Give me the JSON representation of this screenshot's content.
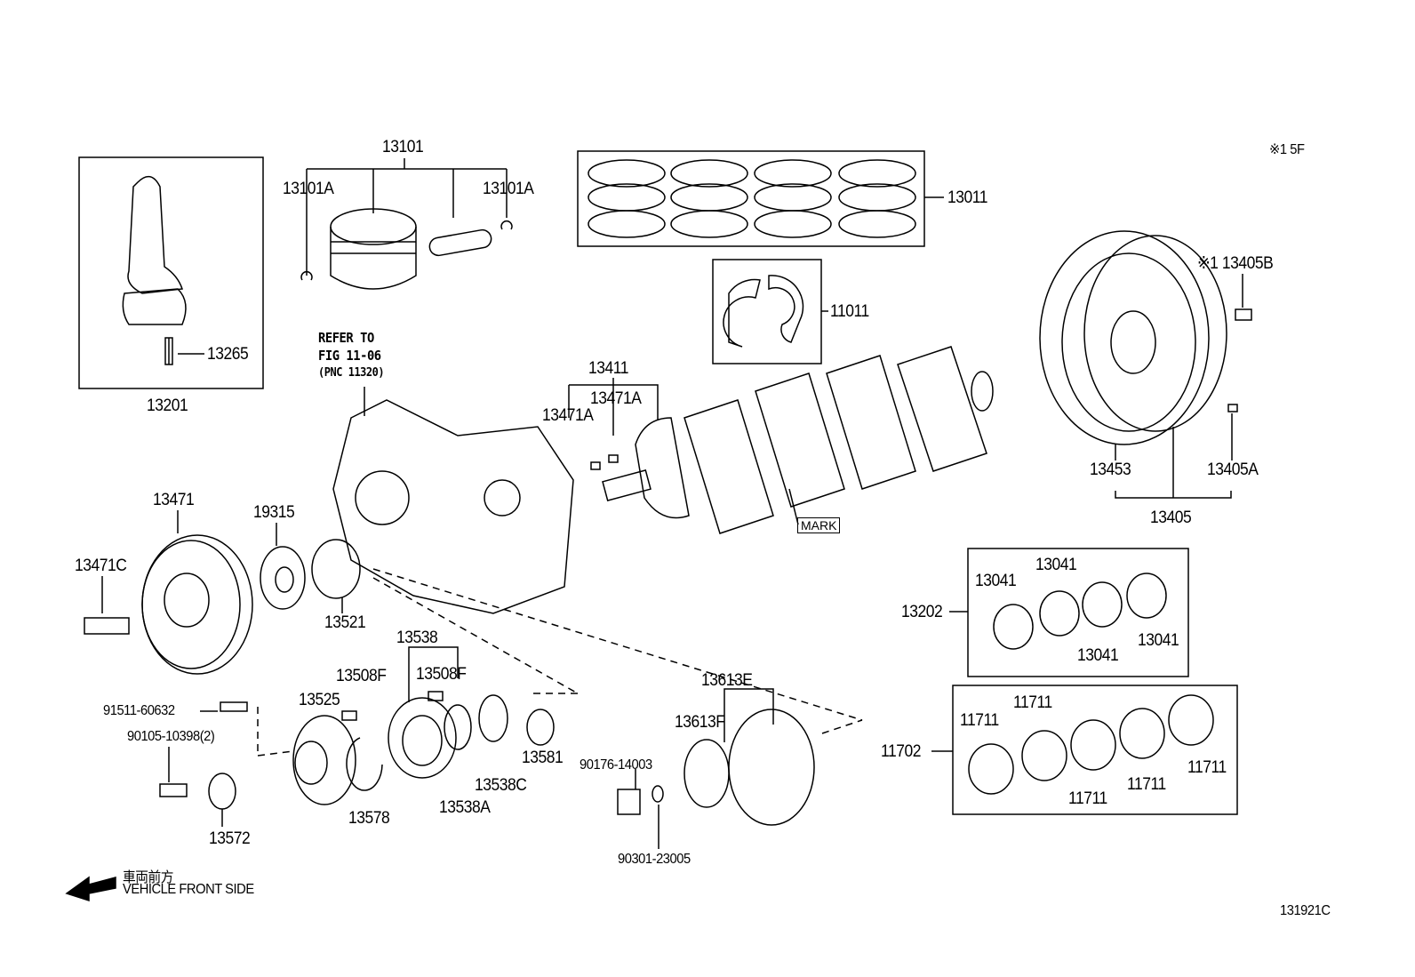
{
  "diagram": {
    "note_top_right": "※1 5F",
    "figure_code": "131921C",
    "refer_note": {
      "line1": "REFER TO",
      "line2": "FIG 11-06",
      "line3": "(PNC 11320)"
    },
    "mark_label": "MARK",
    "direction": {
      "jp": "車両前方",
      "en": "VEHICLE FRONT SIDE"
    },
    "parts": {
      "p13101": "13101",
      "p13101A_l": "13101A",
      "p13101A_r": "13101A",
      "p13011": "13011",
      "p11011": "11011",
      "p13405B": "※1 13405B",
      "p13265": "13265",
      "p13201": "13201",
      "p13411": "13411",
      "p13471A_a": "13471A",
      "p13471A_b": "13471A",
      "p13453": "13453",
      "p13405A": "13405A",
      "p13405": "13405",
      "p13471": "13471",
      "p19315": "19315",
      "p13471C": "13471C",
      "p13521": "13521",
      "p13202": "13202",
      "p13041_a": "13041",
      "p13041_b": "13041",
      "p13041_c": "13041",
      "p13041_d": "13041",
      "p13538": "13538",
      "p13508F_a": "13508F",
      "p13508F_b": "13508F",
      "p13613E": "13613E",
      "p13613F": "13613F",
      "p91511": "91511-60632",
      "p90105": "90105-10398(2)",
      "p13525": "13525",
      "p13581": "13581",
      "p13538C": "13538C",
      "p13538A": "13538A",
      "p13578": "13578",
      "p90176": "90176-14003",
      "p13572": "13572",
      "p90301": "90301-23005",
      "p11702": "11702",
      "p11711_a": "11711",
      "p11711_b": "11711",
      "p11711_c": "11711",
      "p11711_d": "11711",
      "p11711_e": "11711"
    }
  }
}
